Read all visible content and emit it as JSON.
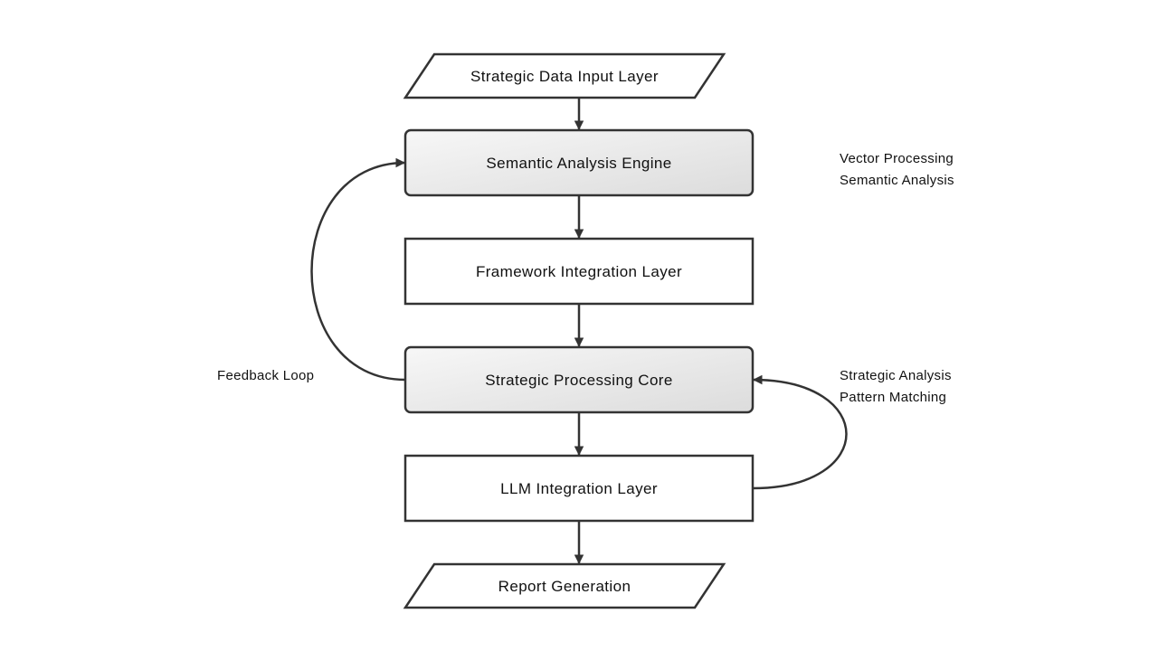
{
  "nodes": {
    "input": {
      "label": "Strategic Data Input Layer"
    },
    "semantic": {
      "label": "Semantic Analysis Engine"
    },
    "framework": {
      "label": "Framework Integration Layer"
    },
    "core": {
      "label": "Strategic Processing Core"
    },
    "llm": {
      "label": "LLM Integration Layer"
    },
    "report": {
      "label": "Report Generation"
    }
  },
  "annotations": {
    "semantic_notes": [
      "Vector Processing",
      "Semantic Analysis"
    ],
    "core_notes": [
      "Strategic Analysis",
      "Pattern Matching"
    ],
    "feedback": "Feedback Loop"
  },
  "colors": {
    "stroke": "#333333",
    "highlight_fill_top": "#f7f7f7",
    "highlight_fill_bottom": "#dedede",
    "plain_fill": "#ffffff"
  }
}
